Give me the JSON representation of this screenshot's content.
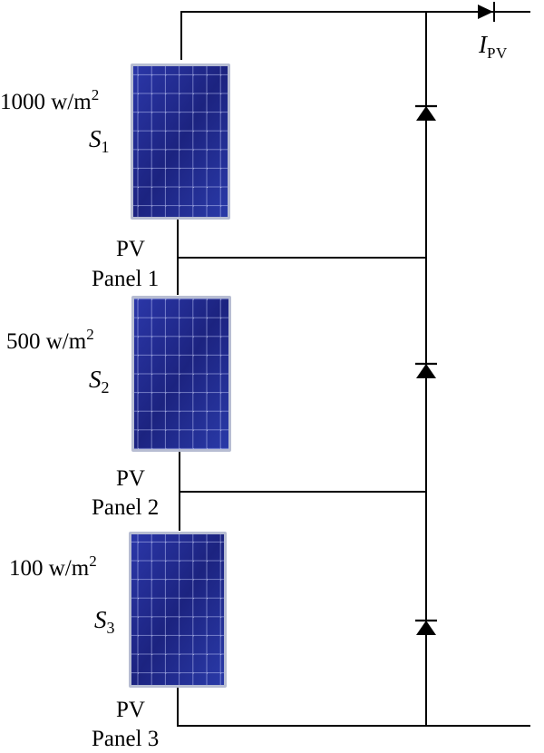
{
  "current_label": {
    "symbol": "I",
    "subscript": "PV"
  },
  "panels": [
    {
      "irradiance": "1000 w/m",
      "irradiance_exp": "2",
      "symbol": "S",
      "subscript": "1",
      "label_line1": "PV",
      "label_line2": "Panel 1"
    },
    {
      "irradiance": "500 w/m",
      "irradiance_exp": "2",
      "symbol": "S",
      "subscript": "2",
      "label_line1": "PV",
      "label_line2": "Panel 2"
    },
    {
      "irradiance": "100 w/m",
      "irradiance_exp": "2",
      "symbol": "S",
      "subscript": "3",
      "label_line1": "PV",
      "label_line2": "Panel 3"
    }
  ],
  "colors": {
    "wire": "#000000",
    "cell_dark": "#1a1f7a",
    "cell_light": "#3a4cc0",
    "frame": "#aab0c8",
    "grid_line": "#c8d0ff"
  }
}
